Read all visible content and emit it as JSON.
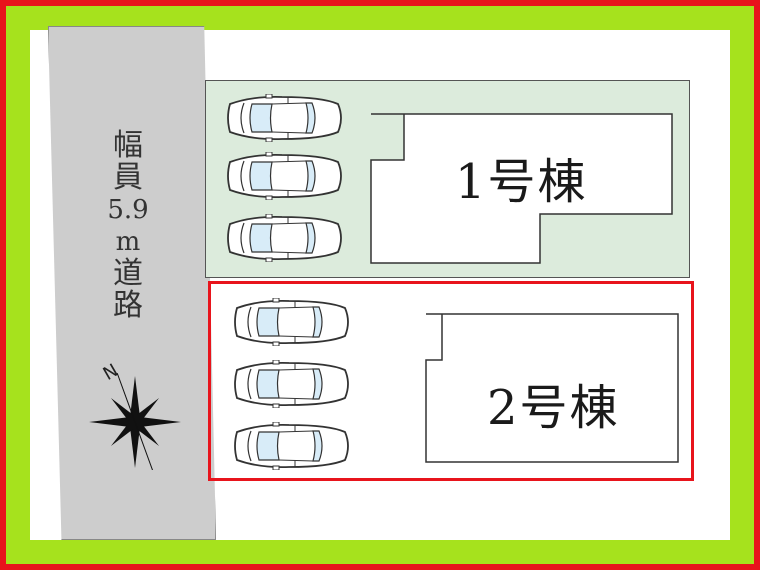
{
  "road": {
    "label_top": "幅員",
    "width": "5.9",
    "unit": "m",
    "label_bottom": "道路"
  },
  "compass": {
    "north_label": "N"
  },
  "buildings": [
    {
      "label": "1号棟"
    },
    {
      "label": "2号棟"
    }
  ],
  "colors": {
    "outer_frame": "#e8141c",
    "inner_frame": "#a6e21d",
    "lot_fill": "#dcebdc",
    "highlight": "#e8141c",
    "road": "#cdcdcd"
  },
  "icons": [
    "car-icon",
    "compass-rose-icon"
  ]
}
